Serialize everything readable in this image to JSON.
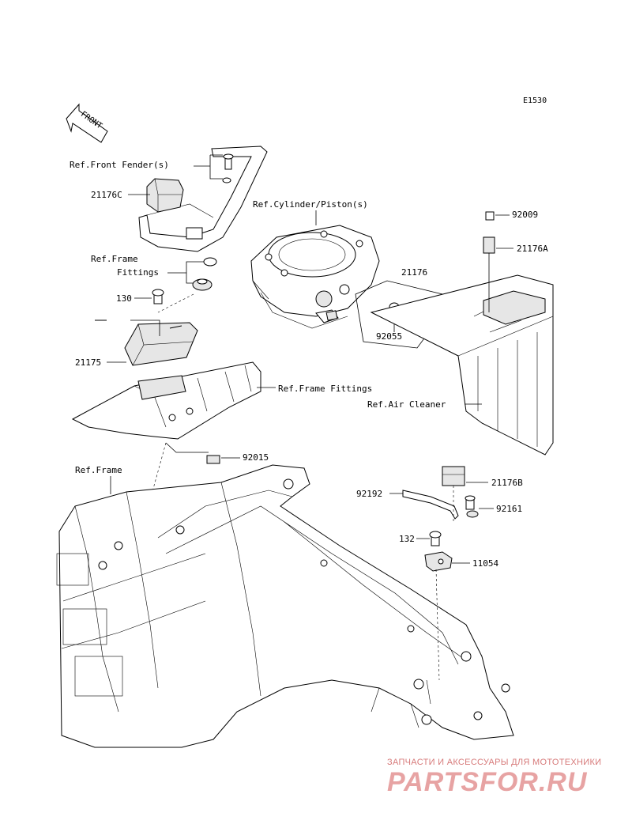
{
  "diagram": {
    "code": "E1530",
    "front_label": "FRONT",
    "labels": {
      "ref_front_fender": "Ref.Front Fender(s)",
      "p21176c": "21176C",
      "ref_cylinder": "Ref.Cylinder/Piston(s)",
      "p92009": "92009",
      "p21176a": "21176A",
      "ref_frame_fittings_1": "Ref.Frame",
      "ref_frame_fittings_2": "Fittings",
      "p21176": "21176",
      "p130": "130",
      "p92055": "92055",
      "p21175": "21175",
      "ref_frame_fittings": "Ref.Frame Fittings",
      "ref_air_cleaner": "Ref.Air Cleaner",
      "p92015": "92015",
      "ref_frame": "Ref.Frame",
      "p21176b": "21176B",
      "p92192": "92192",
      "p92161": "92161",
      "p132": "132",
      "p11054": "11054"
    }
  },
  "watermark": {
    "tagline": "ЗАПЧАСТИ И АКСЕССУАРЫ ДЛЯ МОТОТЕХНИКИ",
    "brand": "PARTSFOR.RU"
  }
}
